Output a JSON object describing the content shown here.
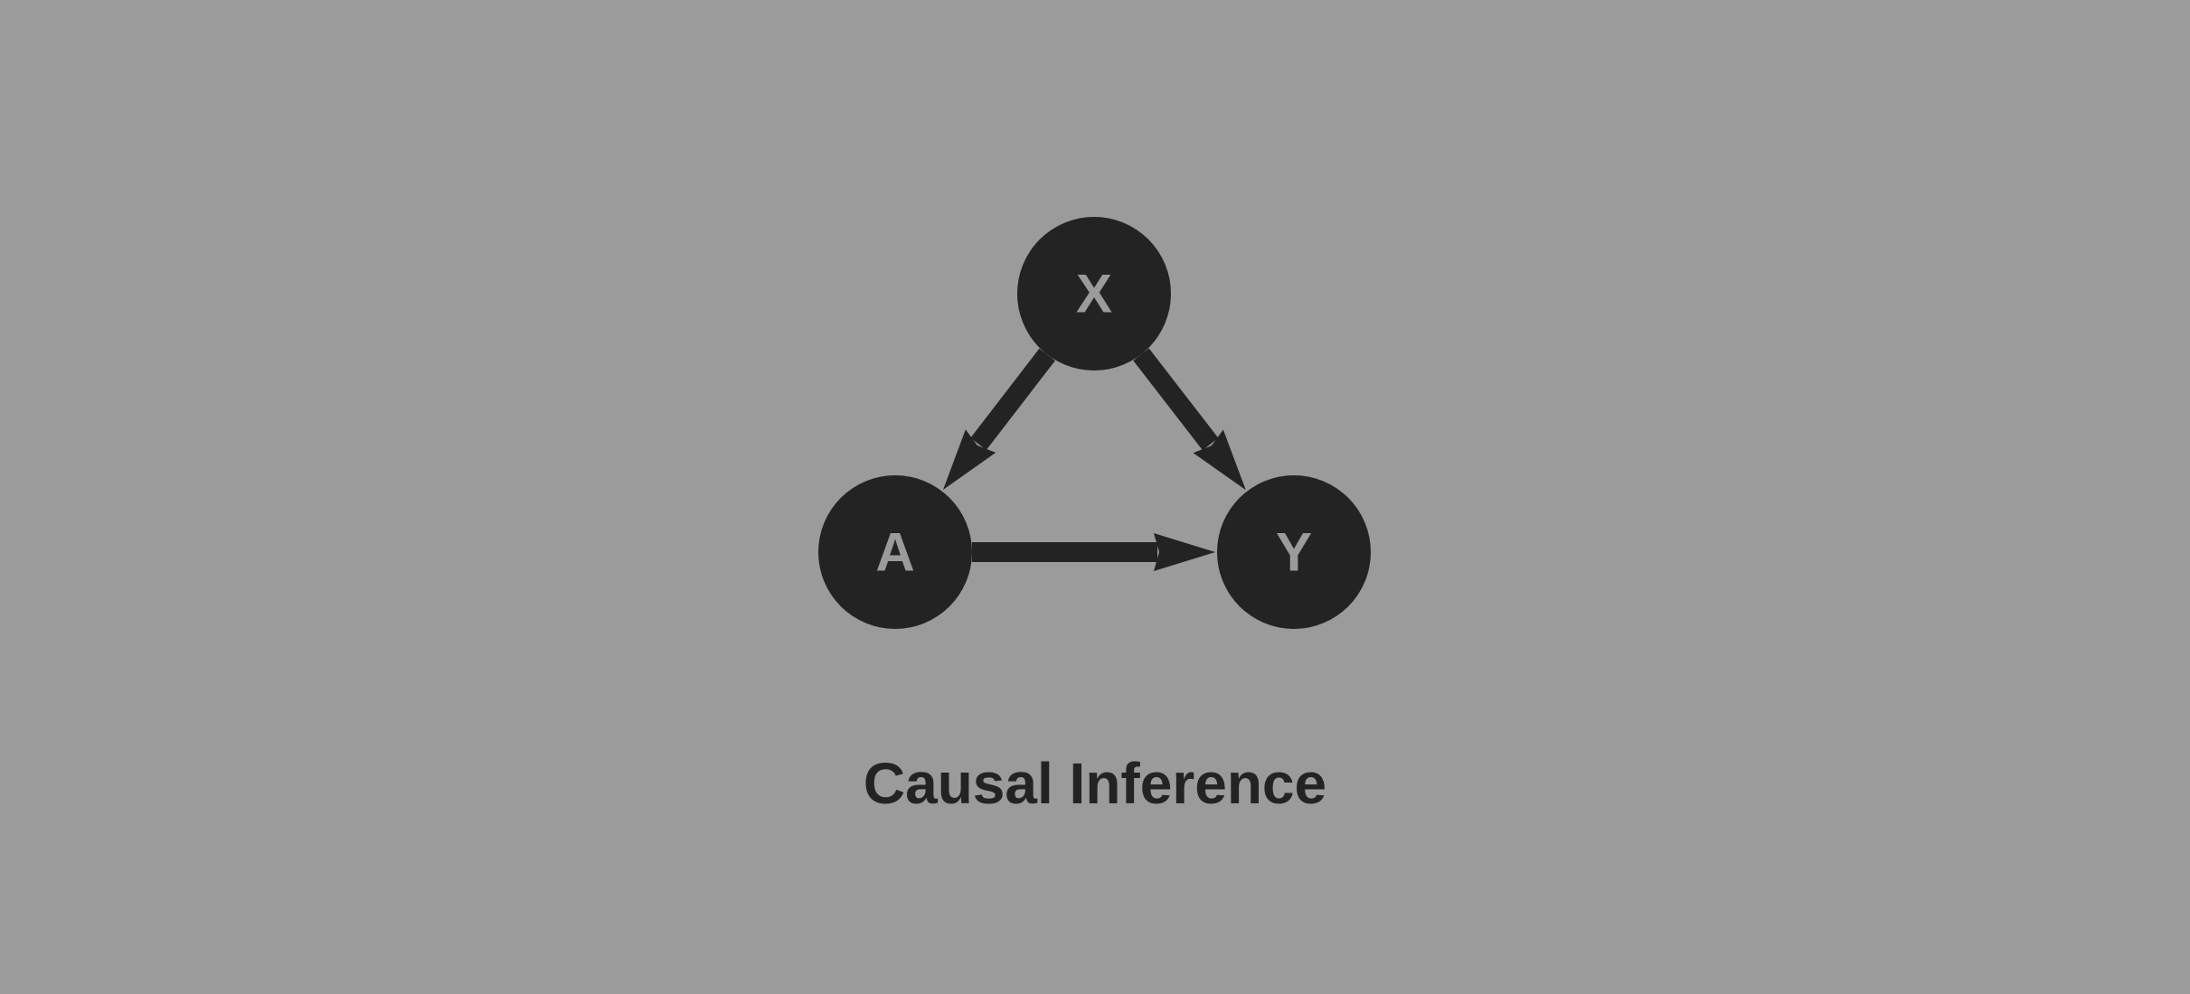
{
  "diagram": {
    "nodes": [
      {
        "id": "X",
        "label": "X"
      },
      {
        "id": "A",
        "label": "A"
      },
      {
        "id": "Y",
        "label": "Y"
      }
    ],
    "edges": [
      {
        "from": "X",
        "to": "A"
      },
      {
        "from": "X",
        "to": "Y"
      },
      {
        "from": "A",
        "to": "Y"
      }
    ],
    "caption": "Causal Inference"
  },
  "colors": {
    "background": "#9b9b9b",
    "node_fill": "#232323",
    "node_text": "#9b9b9b",
    "edge": "#232323",
    "caption": "#232323"
  }
}
